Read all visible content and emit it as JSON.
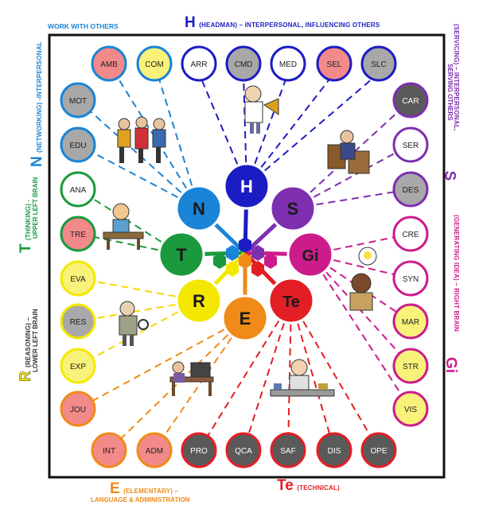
{
  "colors": {
    "H": "#1c1cc4",
    "S": "#7d2fb0",
    "Gi": "#cc1c8c",
    "Te": "#e31e24",
    "E": "#f08a18",
    "R": "#f4e800",
    "T": "#1a9a3c",
    "N": "#1a84d6",
    "fill_gray": "#a8a8a8",
    "fill_dark": "#5a5a5a",
    "fill_white": "#ffffff",
    "fill_pink": "#f28a8a",
    "fill_yellow": "#f8f27a"
  },
  "hubs": {
    "H": "H",
    "N": "N",
    "S": "S",
    "T": "T",
    "Gi": "Gi",
    "R": "R",
    "E": "E",
    "Te": "Te"
  },
  "roles": {
    "AMB": "AMB",
    "COM": "COM",
    "ARR": "ARR",
    "CMD": "CMD",
    "MED": "MED",
    "SEL": "SEL",
    "SLC": "SLC",
    "MOT": "MOT",
    "EDU": "EDU",
    "ANA": "ANA",
    "TRE": "TRE",
    "EVA": "EVA",
    "RES": "RES",
    "EXP": "EXP",
    "JOU": "JOU",
    "CAR": "CAR",
    "SER": "SER",
    "DES": "DES",
    "CRE": "CRE",
    "SYN": "SYN",
    "MAR": "MAR",
    "STR": "STR",
    "VIS": "VIS",
    "INT": "INT",
    "ADM": "ADM",
    "PRO": "PRO",
    "QCA": "QCA",
    "SAF": "SAF",
    "DIS": "DIS",
    "OPE": "OPE"
  },
  "labels": {
    "work_with_others": "WORK WITH OTHERS",
    "H_letter": "H",
    "H_desc": "(HEADMAN) – INTERPERSONAL, INFLUENCING OTHERS",
    "N_letter": "N",
    "N_desc": "(NETWORKING) -INTERPERSONAL",
    "T_letter": "T",
    "T_desc1": "(THINKING) -",
    "T_desc2": "UPPER LEFT BRAIN",
    "R_letter": "R",
    "R_desc1": "(REASONING) –",
    "R_desc2": "LOWER LEFT BRAIN",
    "S_letter": "S",
    "S_desc1": "(SERVICING) – INTERPERSONAL,",
    "S_desc2": "SERVING OTHERS",
    "Gi_letter": "Gi",
    "Gi_desc": "(GENERATING IDEA) – RIGHT BRAIN",
    "E_letter": "E",
    "E_desc1": "(ELEMENTARY) –",
    "E_desc2": "LANGUAGE & ADMINISTRATION",
    "Te_letter": "Te",
    "Te_desc": "(TECHNICAL)"
  }
}
